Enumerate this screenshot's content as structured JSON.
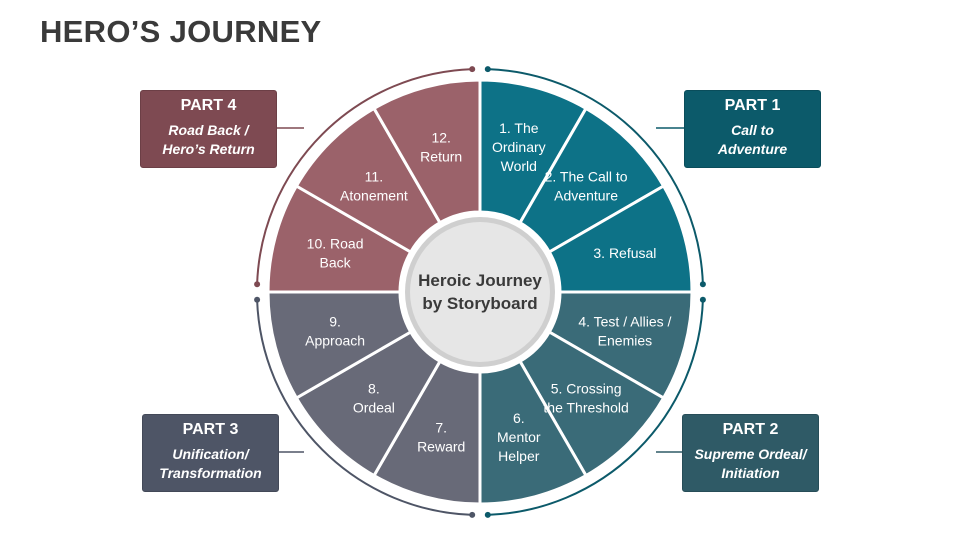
{
  "title": "HERO’S JOURNEY",
  "center": [
    "Heroic Journey",
    "by Storyboard"
  ],
  "colors": {
    "part1": "#0c5a6a",
    "part2": "#2f5a66",
    "part3": "#4e5566",
    "part4": "#7e4a52",
    "ring_teal": "#0c5a6a",
    "ring_slate": "#4e5566",
    "ring_rose": "#7e4a52"
  },
  "parts": [
    {
      "heading": "PART 1",
      "text": "Call to\nAdventure"
    },
    {
      "heading": "PART 2",
      "text": "Supreme Ordeal/\nInitiation"
    },
    {
      "heading": "PART 3",
      "text": "Unification/\nTransformation"
    },
    {
      "heading": "PART 4",
      "text": "Road Back /\nHero’s Return"
    }
  ],
  "stages": [
    {
      "lines": [
        "1. The",
        "Ordinary",
        "World"
      ],
      "color": "#0d7287"
    },
    {
      "lines": [
        "2. The Call to",
        "Adventure"
      ],
      "color": "#0d7287"
    },
    {
      "lines": [
        "3. Refusal"
      ],
      "color": "#0d7287"
    },
    {
      "lines": [
        "4. Test / Allies /",
        "Enemies"
      ],
      "color": "#3a6b78"
    },
    {
      "lines": [
        "5. Crossing",
        "the Threshold"
      ],
      "color": "#3a6b78"
    },
    {
      "lines": [
        "6.",
        "Mentor",
        "Helper"
      ],
      "color": "#3a6b78"
    },
    {
      "lines": [
        "7.",
        "Reward"
      ],
      "color": "#686a78"
    },
    {
      "lines": [
        "8.",
        "Ordeal"
      ],
      "color": "#686a78"
    },
    {
      "lines": [
        "9.",
        "Approach"
      ],
      "color": "#686a78"
    },
    {
      "lines": [
        "10. Road",
        "Back"
      ],
      "color": "#9b626a"
    },
    {
      "lines": [
        "11.",
        "Atonement"
      ],
      "color": "#9b626a"
    },
    {
      "lines": [
        "12.",
        "Return"
      ],
      "color": "#9b626a"
    }
  ]
}
